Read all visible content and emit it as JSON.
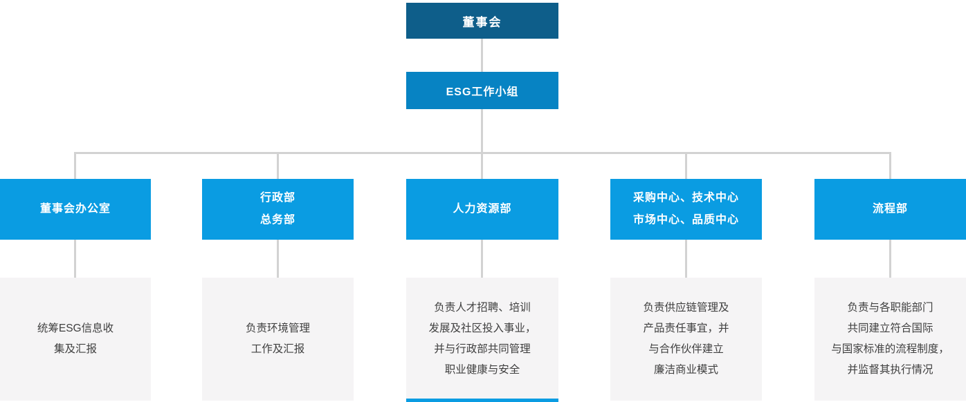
{
  "palette": {
    "dark_blue": "#0e5e8a",
    "medium_blue": "#0783c3",
    "bright_blue": "#0a9ce2",
    "connector_gray": "#d2d2d2",
    "panel_gray": "#f5f4f5",
    "panel_text": "#3f3f3f"
  },
  "root": {
    "label": "董事会"
  },
  "group": {
    "label": "ESG工作小组"
  },
  "departments": [
    {
      "title": [
        "董事会办公室"
      ],
      "description": [
        "统筹ESG信息收",
        "集及汇报"
      ]
    },
    {
      "title": [
        "行政部",
        "总务部"
      ],
      "description": [
        "负责环境管理",
        "工作及汇报"
      ]
    },
    {
      "title": [
        "人力资源部"
      ],
      "description": [
        "负责人才招聘、培训",
        "发展及社区投入事业，",
        "并与行政部共同管理",
        "职业健康与安全"
      ]
    },
    {
      "title": [
        "采购中心、技术中心",
        "市场中心、品质中心"
      ],
      "description": [
        "负责供应链管理及",
        "产品责任事宜，并",
        "与合作伙伴建立",
        "廉洁商业模式"
      ]
    },
    {
      "title": [
        "流程部"
      ],
      "description": [
        "负责与各职能部门",
        "共同建立符合国际",
        "与国家标准的流程制度，",
        "并监督其执行情况"
      ]
    }
  ]
}
